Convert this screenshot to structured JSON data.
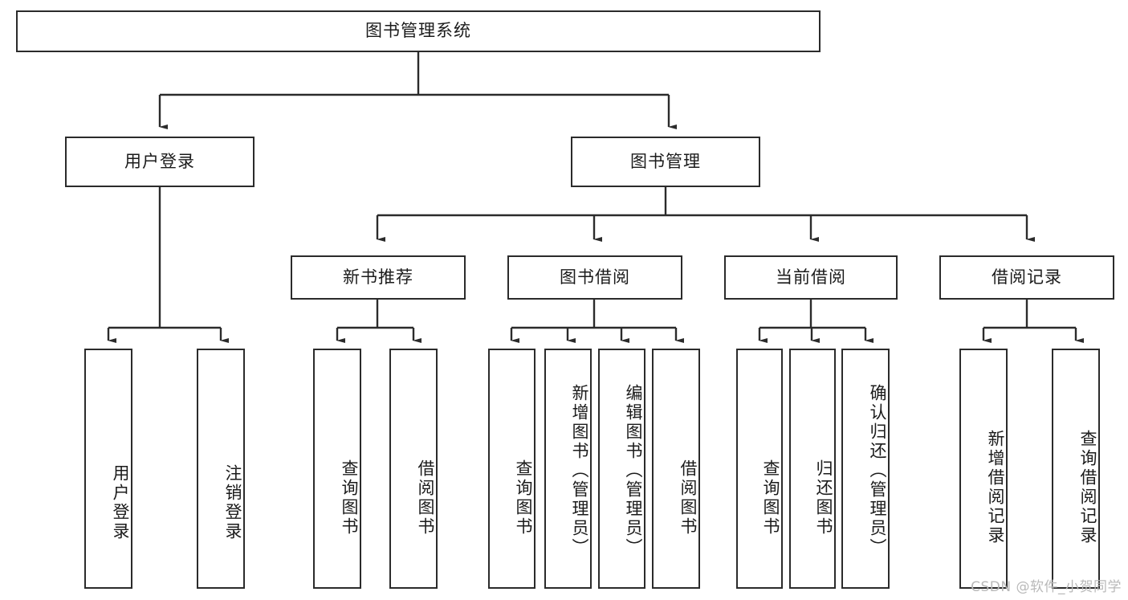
{
  "diagram": {
    "type": "tree",
    "title": "图书管理系统",
    "root": {
      "label": "图书管理系统"
    },
    "level2": [
      {
        "label": "用户登录"
      },
      {
        "label": "图书管理"
      }
    ],
    "level3": [
      {
        "label": "新书推荐"
      },
      {
        "label": "图书借阅"
      },
      {
        "label": "当前借阅"
      },
      {
        "label": "借阅记录"
      }
    ],
    "leaves_user_login": [
      {
        "label": "用户登录"
      },
      {
        "label": "注销登录"
      }
    ],
    "leaves_new_book": [
      {
        "label": "查询图书"
      },
      {
        "label": "借阅图书"
      }
    ],
    "leaves_borrow": [
      {
        "label": "查询图书"
      },
      {
        "label": "新增图书（管理员）"
      },
      {
        "label": "编辑图书（管理员）"
      },
      {
        "label": "借阅图书"
      }
    ],
    "leaves_current": [
      {
        "label": "查询图书"
      },
      {
        "label": "归还图书"
      },
      {
        "label": "确认归还（管理员）"
      }
    ],
    "leaves_record": [
      {
        "label": "新增借阅记录"
      },
      {
        "label": "查询借阅记录"
      }
    ]
  },
  "watermark": {
    "text": "CSDN @软件_小贺同学"
  },
  "colors": {
    "stroke": "#2b2b2b",
    "fill": "#ffffff",
    "text": "#1b1b1b",
    "watermark": "#b9b9b9"
  }
}
